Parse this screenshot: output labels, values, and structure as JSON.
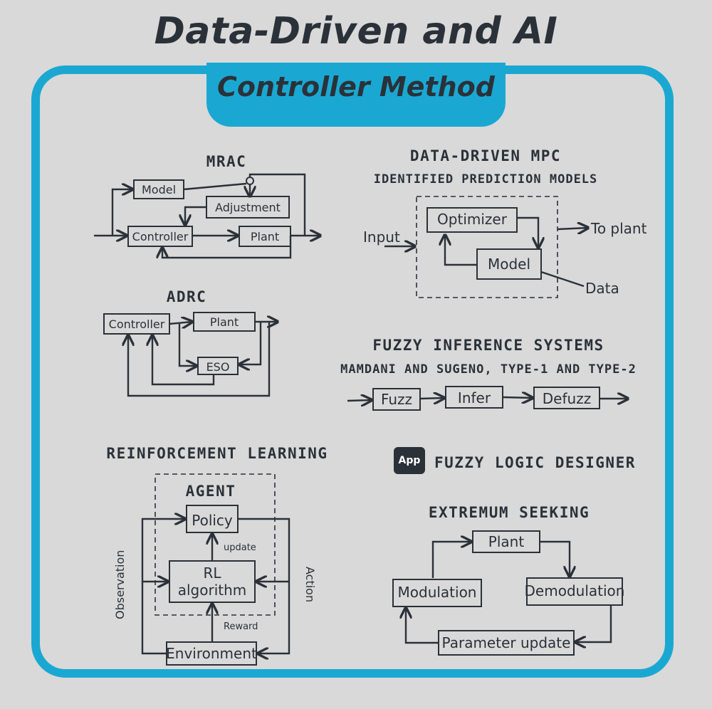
{
  "title": "Data-Driven and AI",
  "subtitle": "Controller Method",
  "mrac": {
    "heading": "MRAC",
    "model": "Model",
    "adjustment": "Adjustment",
    "controller": "Controller",
    "plant": "Plant"
  },
  "mpc": {
    "heading": "DATA-DRIVEN MPC",
    "subheading": "IDENTIFIED PREDICTION MODELS",
    "optimizer": "Optimizer",
    "model": "Model",
    "input": "Input",
    "to_plant": "To plant",
    "data": "Data"
  },
  "adrc": {
    "heading": "ADRC",
    "controller": "Controller",
    "plant": "Plant",
    "eso": "ESO"
  },
  "fuzzy": {
    "heading": "FUZZY INFERENCE SYSTEMS",
    "subheading": "MAMDANI AND SUGENO, TYPE-1 AND TYPE-2",
    "fuzz": "Fuzz",
    "infer": "Infer",
    "defuzz": "Defuzz"
  },
  "rl": {
    "heading": "REINFORCEMENT LEARNING",
    "agent": "AGENT",
    "policy": "Policy",
    "update": "update",
    "rl_line1": "RL",
    "rl_line2": "algorithm",
    "reward": "Reward",
    "environment": "Environment",
    "observation": "Observation",
    "action": "Action"
  },
  "app": {
    "badge": "App",
    "label": "FUZZY LOGIC DESIGNER"
  },
  "es": {
    "heading": "EXTREMUM SEEKING",
    "plant": "Plant",
    "modulation": "Modulation",
    "demodulation": "Demodulation",
    "parameter_update": "Parameter update"
  }
}
